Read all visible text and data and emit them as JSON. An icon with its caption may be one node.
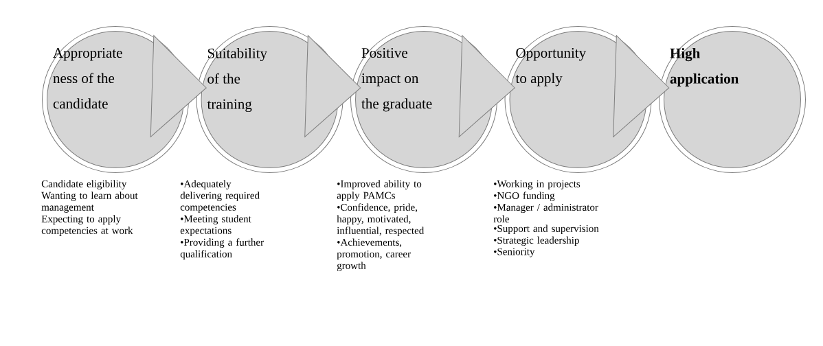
{
  "diagram": {
    "nodes": [
      {
        "text": [
          "Appropriate ness of the candidate"
        ],
        "beside": [
          "Candidate eligibility",
          "Wanting to learn about management",
          "Expecting to apply competencies at work"
        ]
      },
      {
        "text": [
          "Suitability of the training"
        ],
        "beside": [
          "•Adequately delivering required competencies",
          "•Meeting student expectations",
          "•Providing a further qualification"
        ]
      },
      {
        "text": [
          "Positive impact on the graduate"
        ],
        "beside": [
          "•Improved ability to apply PAMCs",
          "•Confidence, pride, happy, motivated, influential, respected",
          "•Achievements, promotion, career growth"
        ]
      },
      {
        "text": [
          "Opportunity to apply"
        ],
        "beside": [
          "•Working in projects",
          "•NGO funding",
          "•Manager / administrator role",
          "•Support and supervision",
          "•Strategic leadership",
          "•Seniority"
        ]
      },
      {
        "text": [
          "High application"
        ]
      }
    ],
    "edges": [
      {
        "from": 0,
        "to": 1,
        "arrow": "to"
      },
      {
        "from": 1,
        "to": 2,
        "arrow": "to"
      },
      {
        "from": 2,
        "to": 3,
        "arrow": "to"
      },
      {
        "from": 3,
        "to": 4,
        "arrow": "to"
      }
    ]
  }
}
